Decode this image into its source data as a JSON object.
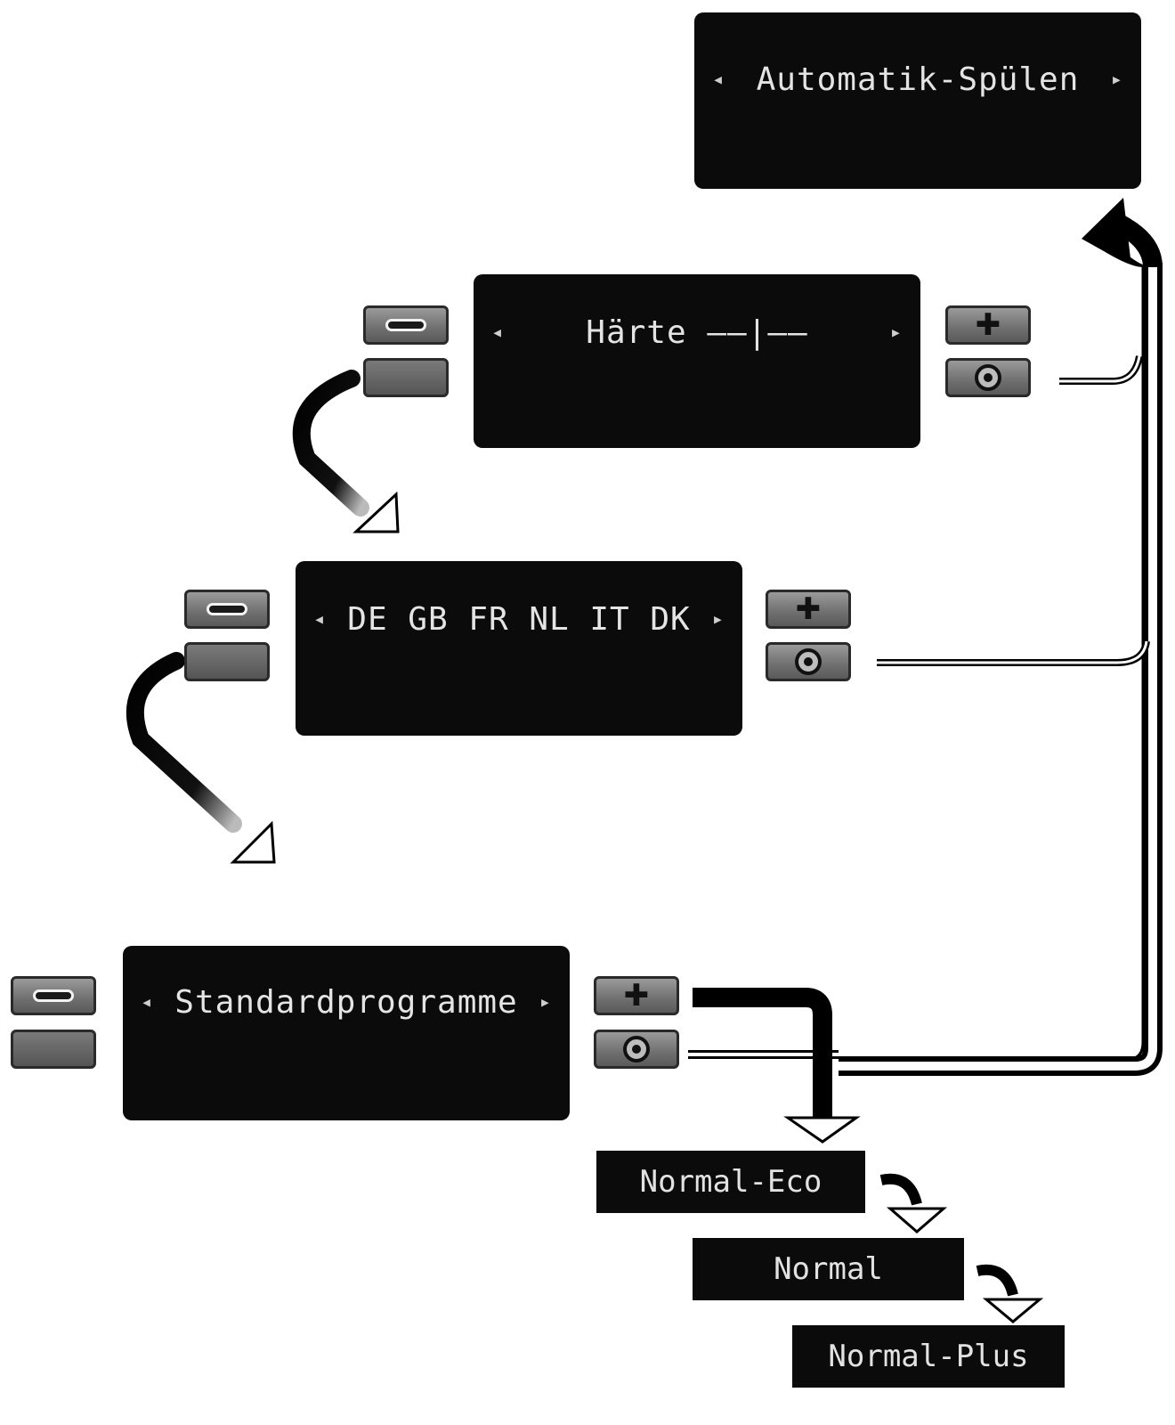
{
  "screens": {
    "automatik": {
      "left_marker": "◂",
      "text": "Automatik-Spülen",
      "right_marker": "▸"
    },
    "haerte": {
      "left_marker": "◂",
      "text": "Härte ——|——",
      "right_marker": "▸"
    },
    "sprache": {
      "left_marker": "◂",
      "text": "DE GB FR NL IT DK",
      "right_marker": "▸"
    },
    "standard": {
      "left_marker": "◂",
      "text": "Standardprogramme",
      "right_marker": "▸"
    }
  },
  "keys": {
    "minus_icon": "minus-icon",
    "plus_icon": "plus-icon",
    "ok_icon": "ok-icon",
    "plus_glyph": "✚"
  },
  "options": [
    "Normal-Eco",
    "Normal",
    "Normal-Plus"
  ],
  "colors": {
    "screen_bg": "#0b0b0b",
    "screen_text": "#e4e4e4",
    "key_gray": "#7a7a7a",
    "arrow_outline": "#000000"
  }
}
